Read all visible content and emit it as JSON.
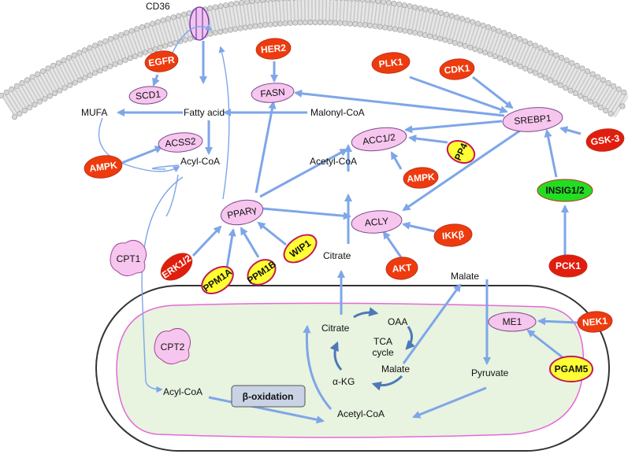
{
  "labels": {
    "cd36": "CD36",
    "fatty_acid": "Fatty acid",
    "mufa": "MUFA",
    "malonyl_coa": "Malonyl-CoA",
    "acyl_coa": "Acyl-CoA",
    "acetyl_coa": "Acetyl-CoA",
    "citrate": "Citrate",
    "malate": "Malate",
    "pyruvate": "Pyruvate",
    "citrate_mito": "Citrate",
    "oaa": "OAA",
    "tca_line1": "TCA",
    "tca_line2": "cycle",
    "malate_mito": "Malate",
    "akg": "α-KG",
    "acyl_coa_mito": "Acyl-CoA",
    "acetyl_coa_mito": "Acetyl-CoA",
    "beta_oxidation": "β-oxidation"
  },
  "nodes": {
    "egfr": {
      "label": "EGFR",
      "color": "#ee3b0e"
    },
    "her2": {
      "label": "HER2",
      "color": "#ee3b0e"
    },
    "plk1": {
      "label": "PLK1",
      "color": "#ee3b0e"
    },
    "cdk1": {
      "label": "CDK1",
      "color": "#ee3b0e"
    },
    "scd1": {
      "label": "SCD1",
      "color": "#f7c6ef"
    },
    "fasn": {
      "label": "FASN",
      "color": "#f7c6ef"
    },
    "srebp1": {
      "label": "SREBP1",
      "color": "#f7c6ef"
    },
    "gsk3": {
      "label": "GSK-3",
      "color": "#e11d0d"
    },
    "acc": {
      "label": "ACC1/2",
      "color": "#f7c6ef"
    },
    "pp4": {
      "label": "PP4",
      "color": "#ffff33"
    },
    "ampk1": {
      "label": "AMPK",
      "color": "#ee3b0e"
    },
    "ampk2": {
      "label": "AMPK",
      "color": "#ee3b0e"
    },
    "acss2": {
      "label": "ACSS2",
      "color": "#f7c6ef"
    },
    "insig": {
      "label": "INSIG1/2",
      "color": "#22dd22"
    },
    "pparg": {
      "label": "PPARγ",
      "color": "#f7c6ef"
    },
    "acly": {
      "label": "ACLY",
      "color": "#f7c6ef"
    },
    "ikkb": {
      "label": "IKKβ",
      "color": "#ee3b0e"
    },
    "erk": {
      "label": "ERK1/2",
      "color": "#e11d0d"
    },
    "ppm1a": {
      "label": "PPM1A",
      "color": "#ffff33"
    },
    "ppm1b": {
      "label": "PPM1B",
      "color": "#ffff33"
    },
    "wip1": {
      "label": "WIP1",
      "color": "#ffff33"
    },
    "akt": {
      "label": "AKT",
      "color": "#ee3b0e"
    },
    "pck1": {
      "label": "PCK1",
      "color": "#e11d0d"
    },
    "me1": {
      "label": "ME1",
      "color": "#f7c6ef"
    },
    "nek1": {
      "label": "NEK1",
      "color": "#ee3b0e"
    },
    "pgam5": {
      "label": "PGAM5",
      "color": "#ffff33"
    },
    "cpt1": {
      "label": "CPT1",
      "color": "#f7c6ef"
    },
    "cpt2": {
      "label": "CPT2",
      "color": "#f7c6ef"
    }
  },
  "colors": {
    "arrow": "#7ea6e8",
    "membrane_head": "#d8d8d8",
    "mito_fill": "#e8f3e0",
    "mito_inner": "#e26ad6",
    "boxed_fill": "#c9d3e4"
  }
}
